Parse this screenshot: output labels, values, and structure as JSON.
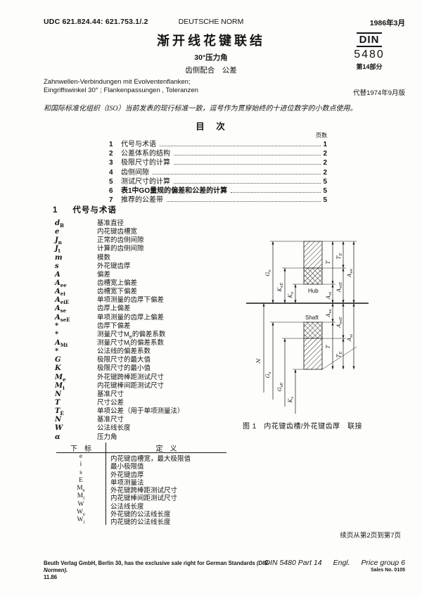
{
  "header": {
    "udc": "UDC 621.824.44: 621.753.1/.2",
    "norm_label": "DEUTSCHE NORM",
    "date": "1986年3月",
    "title": "渐开线花键联结",
    "subtitle1": "30°压力角",
    "subtitle2": "齿侧配合　公差",
    "din_logo": "DIN",
    "din_number": "5480",
    "din_part": "第14部分",
    "german_line1": "Zahnwellen-Verbindungen mit Evolventenflanken;",
    "german_line2": "Eingriffswinkel 30° ; Flankenpassungen , Toleranzen",
    "replaces": "代替1974年9月版"
  },
  "note": "和国际标准化组织（ISO）当前发表的现行标准一致，逗号作为贯穿始终的十进位数字的小数点使用。",
  "toc": {
    "title": "目　次",
    "page_label": "页数",
    "items": [
      {
        "num": "1",
        "label": "代号与术语",
        "page": "1",
        "bold": false
      },
      {
        "num": "2",
        "label": "公差体系的结构",
        "page": "2",
        "bold": false
      },
      {
        "num": "3",
        "label": "极限尺寸的计算",
        "page": "2",
        "bold": false
      },
      {
        "num": "4",
        "label": "齿侧间隙",
        "page": "2",
        "bold": false
      },
      {
        "num": "5",
        "label": "测试尺寸的计算",
        "page": "5",
        "bold": false
      },
      {
        "num": "6",
        "label": "表1中GO量规的偏差和公差的计算",
        "page": "5",
        "bold": true
      },
      {
        "num": "7",
        "label": "推荐的公差带",
        "page": "5",
        "bold": false
      }
    ]
  },
  "section1": {
    "num": "1",
    "title": "代号与术语",
    "symbols": [
      {
        "b": "d",
        "s": "B",
        "def": "基准直径"
      },
      {
        "b": "e",
        "s": "",
        "def": "内花键齿槽宽"
      },
      {
        "b": "J",
        "s": "n",
        "def": "正常的齿侧间隙"
      },
      {
        "b": "J",
        "s": "t",
        "def": "计算的齿侧间隙"
      },
      {
        "b": "m",
        "s": "",
        "def": "模数"
      },
      {
        "b": "s",
        "s": "",
        "def": "外花键齿厚"
      },
      {
        "b": "A",
        "s": "",
        "def": "偏差"
      },
      {
        "b": "A",
        "s": "ee",
        "def": "齿槽宽上偏差"
      },
      {
        "b": "A",
        "s": "ei",
        "def": "齿槽宽下偏差"
      },
      {
        "b": "A",
        "s": "eiE",
        "def": "单项测量的齿厚下偏差"
      },
      {
        "b": "A",
        "s": "se",
        "def": "齿厚上偏差"
      },
      {
        "b": "A",
        "s": "seE",
        "def": "单项测量的齿厚上偏差"
      },
      {
        "b": "*",
        "s": "",
        "def": "齿厚下偏差"
      },
      {
        "b": "*",
        "s": "",
        "def": "测量尺寸M⟨e⟩的偏差系数"
      },
      {
        "b": "A",
        "s": "Mi",
        "def": "测量尺寸M⟨i⟩的偏差系数"
      },
      {
        "b": "*",
        "s": "",
        "def": "公法线的偏差系数"
      },
      {
        "b": "G",
        "s": "",
        "def": "极限尺寸的最大值"
      },
      {
        "b": "K",
        "s": "",
        "def": "极限尺寸的最小值"
      },
      {
        "b": "M",
        "s": "e",
        "def": "外花键跨棒距测试尺寸"
      },
      {
        "b": "M",
        "s": "i",
        "def": "内花键棒间距测试尺寸"
      },
      {
        "b": "N",
        "s": "",
        "def": "基准尺寸"
      },
      {
        "b": "T",
        "s": "",
        "def": "尺寸公差"
      },
      {
        "b": "T",
        "s": "E",
        "def": "单项公差（用于单项测量法）"
      },
      {
        "b": "N",
        "s": "",
        "def": "基准尺寸"
      },
      {
        "b": "W",
        "s": "",
        "def": "公法线长度"
      },
      {
        "b": "α",
        "s": "",
        "def": "压力角"
      }
    ]
  },
  "figure": {
    "caption": "图 1　内花键齿槽/外花键齿厚　联接",
    "hub_label": "Hub",
    "shaft_label": "Shaft",
    "labels": {
      "Ge": {
        "b": "G",
        "s": "e"
      },
      "KeE": {
        "b": "K",
        "s": "eE"
      },
      "Ke": {
        "b": "K",
        "s": "e"
      },
      "T_hub": {
        "b": "T",
        "s": ""
      },
      "TE_hub": {
        "b": "T",
        "s": "E"
      },
      "Aee": {
        "b": "A",
        "s": "ee"
      },
      "AeiE": {
        "b": "A",
        "s": "eiE"
      },
      "Aei": {
        "b": "A",
        "s": "ei"
      },
      "Ase": {
        "b": "A",
        "s": "se"
      },
      "AseE": {
        "b": "A",
        "s": "seE"
      },
      "Asi": {
        "b": "A",
        "s": "si"
      },
      "T_shaft": {
        "b": "T",
        "s": ""
      },
      "TE_shaft": {
        "b": "T",
        "s": "E"
      },
      "N": {
        "b": "N",
        "s": ""
      },
      "Gs": {
        "b": "G",
        "s": "s"
      },
      "GsE": {
        "b": "G",
        "s": "sE"
      },
      "Ks": {
        "b": "K",
        "s": "s"
      }
    }
  },
  "subscript_table": {
    "col1": "下　标",
    "col2": "定　义",
    "rows": [
      {
        "b": "e",
        "s": "",
        "def": "内花键齿槽宽，最大极限值"
      },
      {
        "b": "i",
        "s": "",
        "def": "最小极限值"
      },
      {
        "b": "s",
        "s": "",
        "def": "外花键齿厚"
      },
      {
        "b": "E",
        "s": "",
        "def": "单项测量法"
      },
      {
        "b": "M",
        "s": "e",
        "def": "外花键跨棒距测试尺寸"
      },
      {
        "b": "M",
        "s": "i",
        "def": "内花键棒间距测试尺寸"
      },
      {
        "b": "W",
        "s": "",
        "def": "公法线长度"
      },
      {
        "b": "W",
        "s": "e",
        "def": "外花键的公法线长度"
      },
      {
        "b": "W",
        "s": "i",
        "def": "内花键的公法线长度"
      }
    ]
  },
  "continuation": "续页从第2页到第7页",
  "footer": {
    "publisher": "Beuth Verlag GmbH, Berlin 30, has the exclusive sale right for German Standards ",
    "publisher_italic": "(DIN-Normen).",
    "edition": "11.86",
    "doc_ref": "DIN 5480 Part 14",
    "lang": "Engl.",
    "price": "Price group 6",
    "sales": "Sales No. 0105"
  }
}
